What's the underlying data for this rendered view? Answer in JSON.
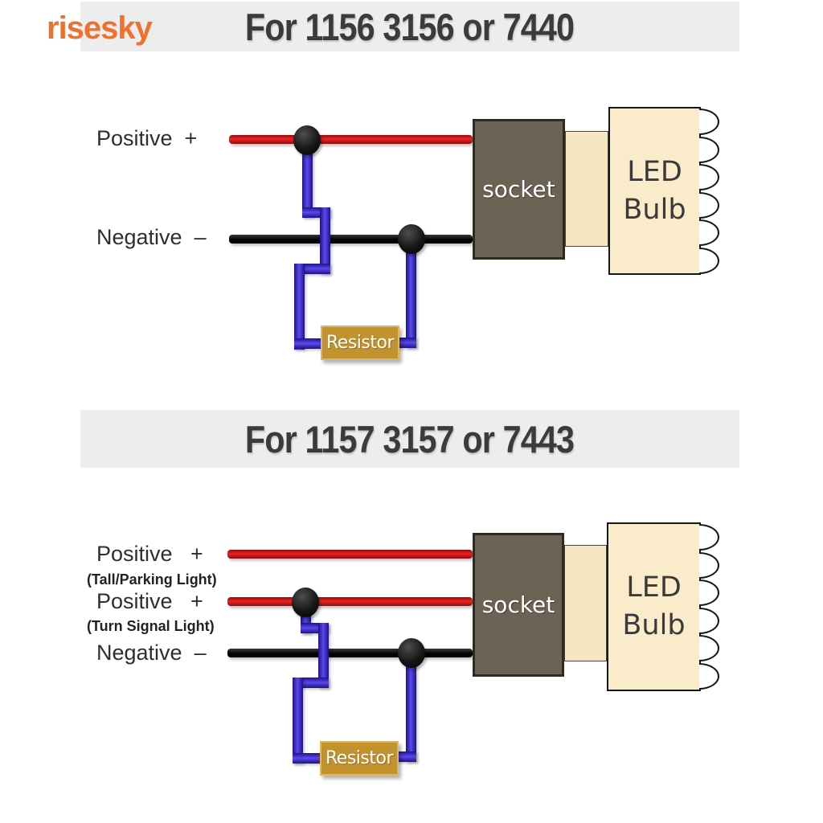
{
  "brand": "risesky",
  "colors": {
    "brand_orange": "#ee7130",
    "header_bar_gray": "#ededed",
    "title_text": "#3b3b3b",
    "wire_red": "#d51717",
    "wire_black": "#111111",
    "wire_blue": "#4233d8",
    "socket_fill": "#6d6354",
    "bulb_fill": "#faeccb",
    "connector_fill": "#f7e6c2",
    "resistor_fill": "#c2922f"
  },
  "sections": [
    {
      "title": "For 1156 3156 or 7440",
      "labels": {
        "positive": "Positive  +",
        "negative": "Negative  –"
      },
      "socket_label": "socket",
      "bulb_label_line1": "LED",
      "bulb_label_line2": "Bulb",
      "resistor_label": "Resistor"
    },
    {
      "title": "For 1157 3157 or 7443",
      "labels": {
        "positive_parking": "Positive   +",
        "positive_parking_sub": "(Tall/Parking Light)",
        "positive_turn": "Positive   +",
        "positive_turn_sub": "(Turn Signal Light)",
        "negative": "Negative  –"
      },
      "socket_label": "socket",
      "bulb_label_line1": "LED",
      "bulb_label_line2": "Bulb",
      "resistor_label": "Resistor"
    }
  ]
}
